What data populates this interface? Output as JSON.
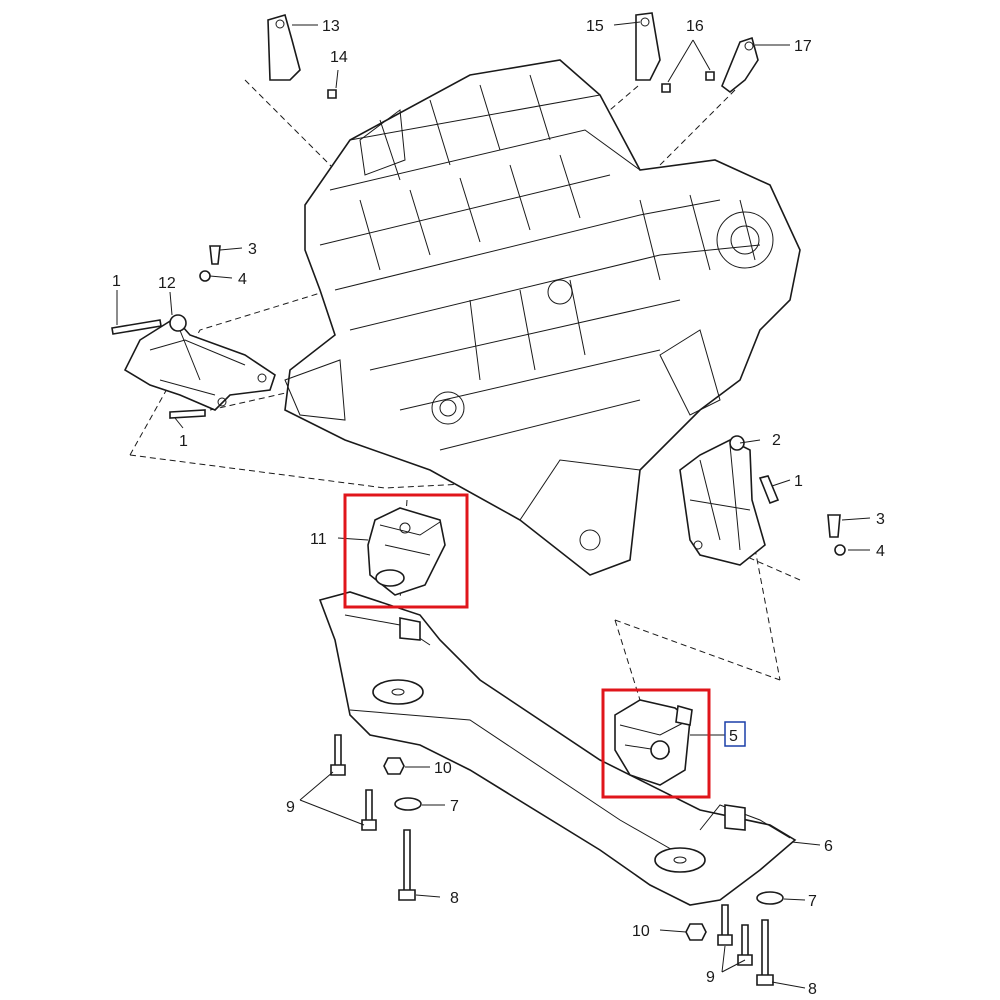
{
  "diagram": {
    "callouts": {
      "c13": "13",
      "c14": "14",
      "c15": "15",
      "c16": "16",
      "c17": "17",
      "c3a": "3",
      "c4a": "4",
      "c1a": "1",
      "c12": "12",
      "c1b": "1",
      "c2": "2",
      "c1c": "1",
      "c3b": "3",
      "c4b": "4",
      "c11": "11",
      "c5": "5",
      "c10a": "10",
      "c9a": "9",
      "c7a": "7",
      "c8a": "8",
      "c6": "6",
      "c7b": "7",
      "c10b": "10",
      "c9b": "9",
      "c8b": "8"
    },
    "colors": {
      "highlight": "#e0151b",
      "selected_box": "#1a3fa8",
      "line": "#1a1a1a"
    },
    "highlighted_parts": [
      "11",
      "5"
    ],
    "selected_callout": "5"
  }
}
